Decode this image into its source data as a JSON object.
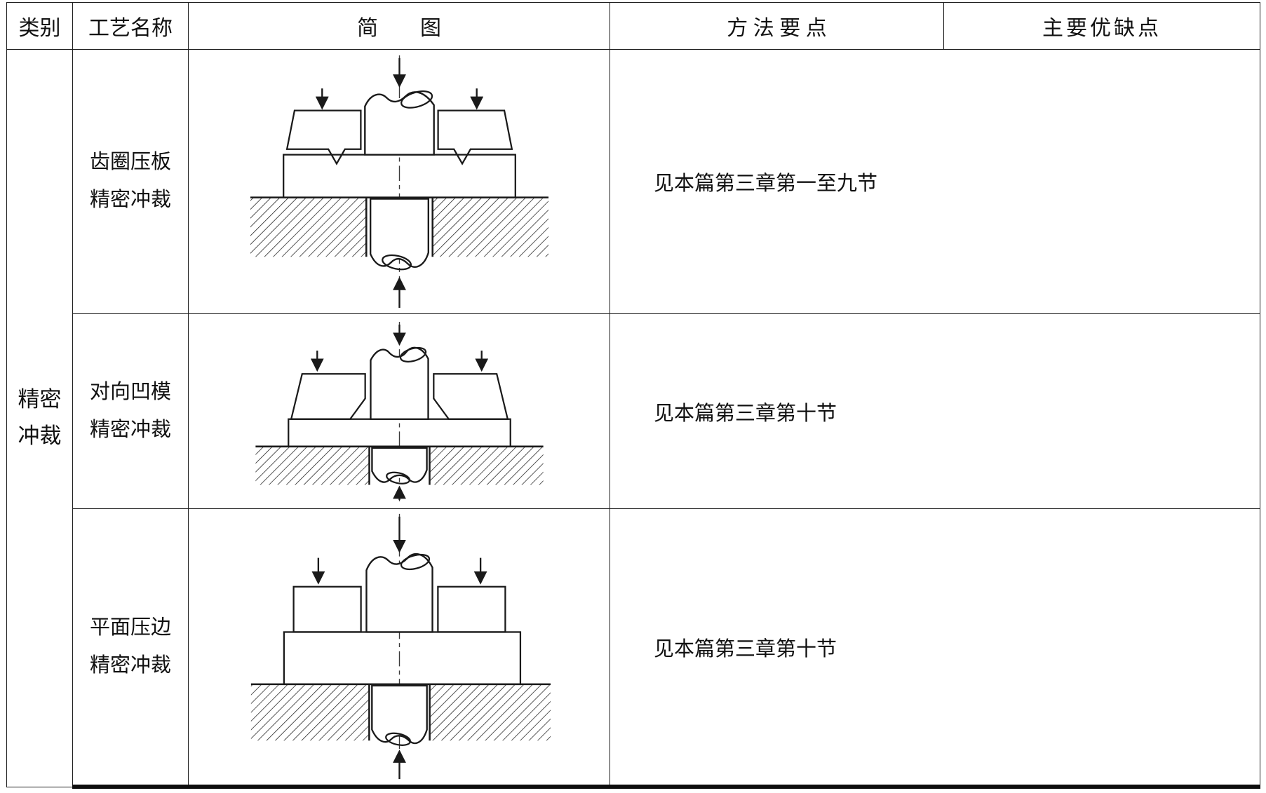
{
  "colors": {
    "ink": "#1a1a1a",
    "border": "#1f1f1f",
    "background": "#ffffff"
  },
  "table": {
    "headers": {
      "category": "类别",
      "process_name": "工艺名称",
      "schematic": "简　　图",
      "method_points": "方 法 要 点",
      "pros_cons": "主要优缺点"
    },
    "category_group": {
      "line1": "精密",
      "line2": "冲裁"
    },
    "rows": [
      {
        "name_line1": "齿圈压板",
        "name_line2": "精密冲裁",
        "method": "见本篇第三章第一至九节",
        "diagram": "v-ring-plate-fineblanking-schematic"
      },
      {
        "name_line1": "对向凹模",
        "name_line2": "精密冲裁",
        "method": "见本篇第三章第十节",
        "diagram": "opposed-die-fineblanking-schematic"
      },
      {
        "name_line1": "平面压边",
        "name_line2": "精密冲裁",
        "method": "见本篇第三章第十节",
        "diagram": "flat-blank-holder-fineblanking-schematic"
      }
    ]
  }
}
